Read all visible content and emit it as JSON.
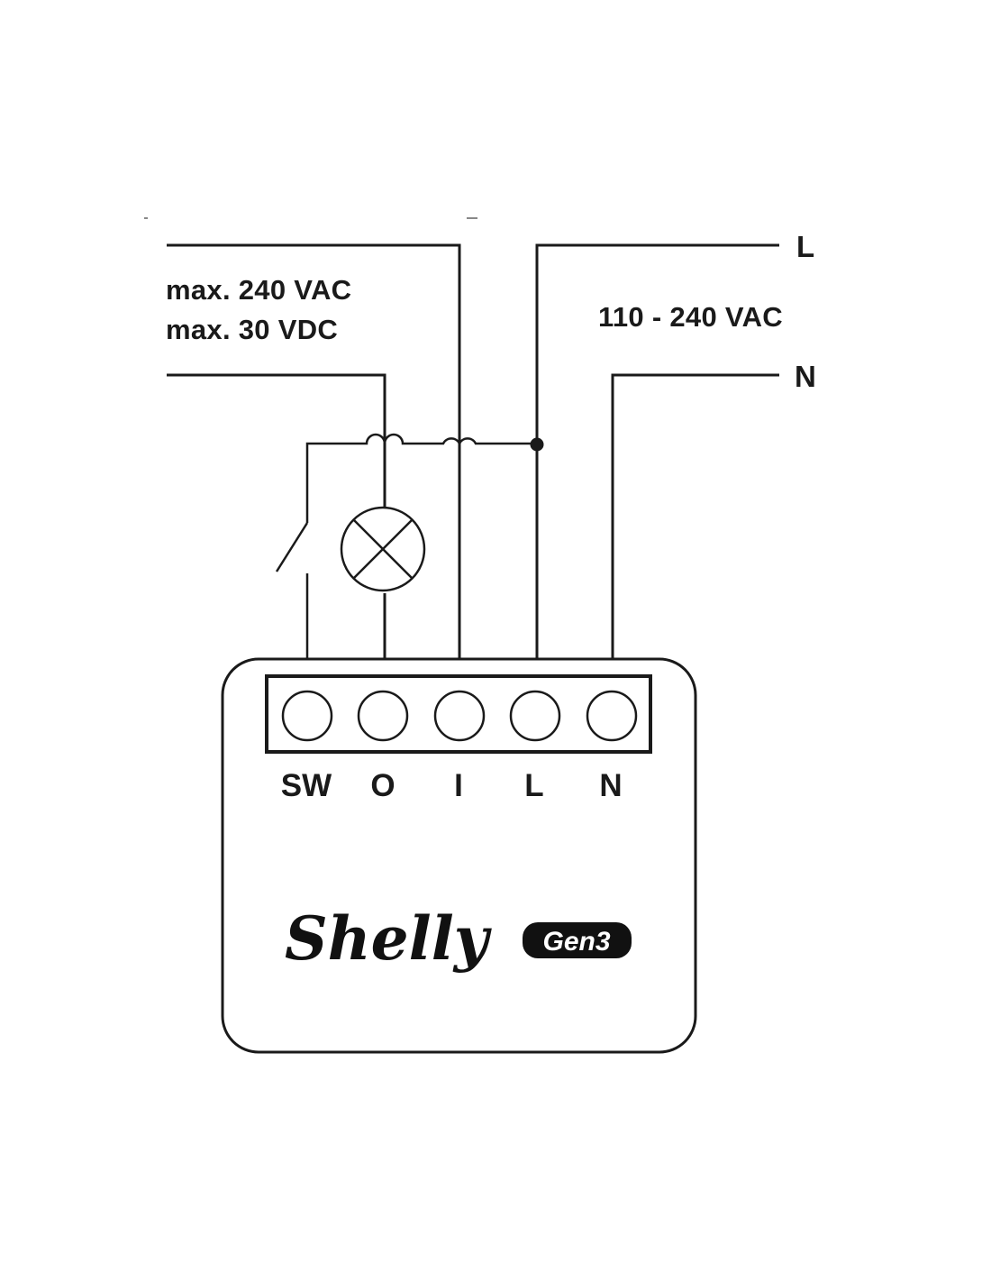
{
  "labels": {
    "specs": [
      "max. 240 VAC",
      "max. 30 VDC"
    ],
    "supply": "110 - 240 VAC",
    "line_live": "L",
    "line_neutral": "N"
  },
  "device": {
    "terminals": [
      "SW",
      "O",
      "I",
      "L",
      "N"
    ],
    "brand": "Shelly",
    "badge": "Gen3"
  },
  "colors": {
    "stroke": "#1a1a1a",
    "background": "#ffffff",
    "badge_fill": "#111111"
  }
}
